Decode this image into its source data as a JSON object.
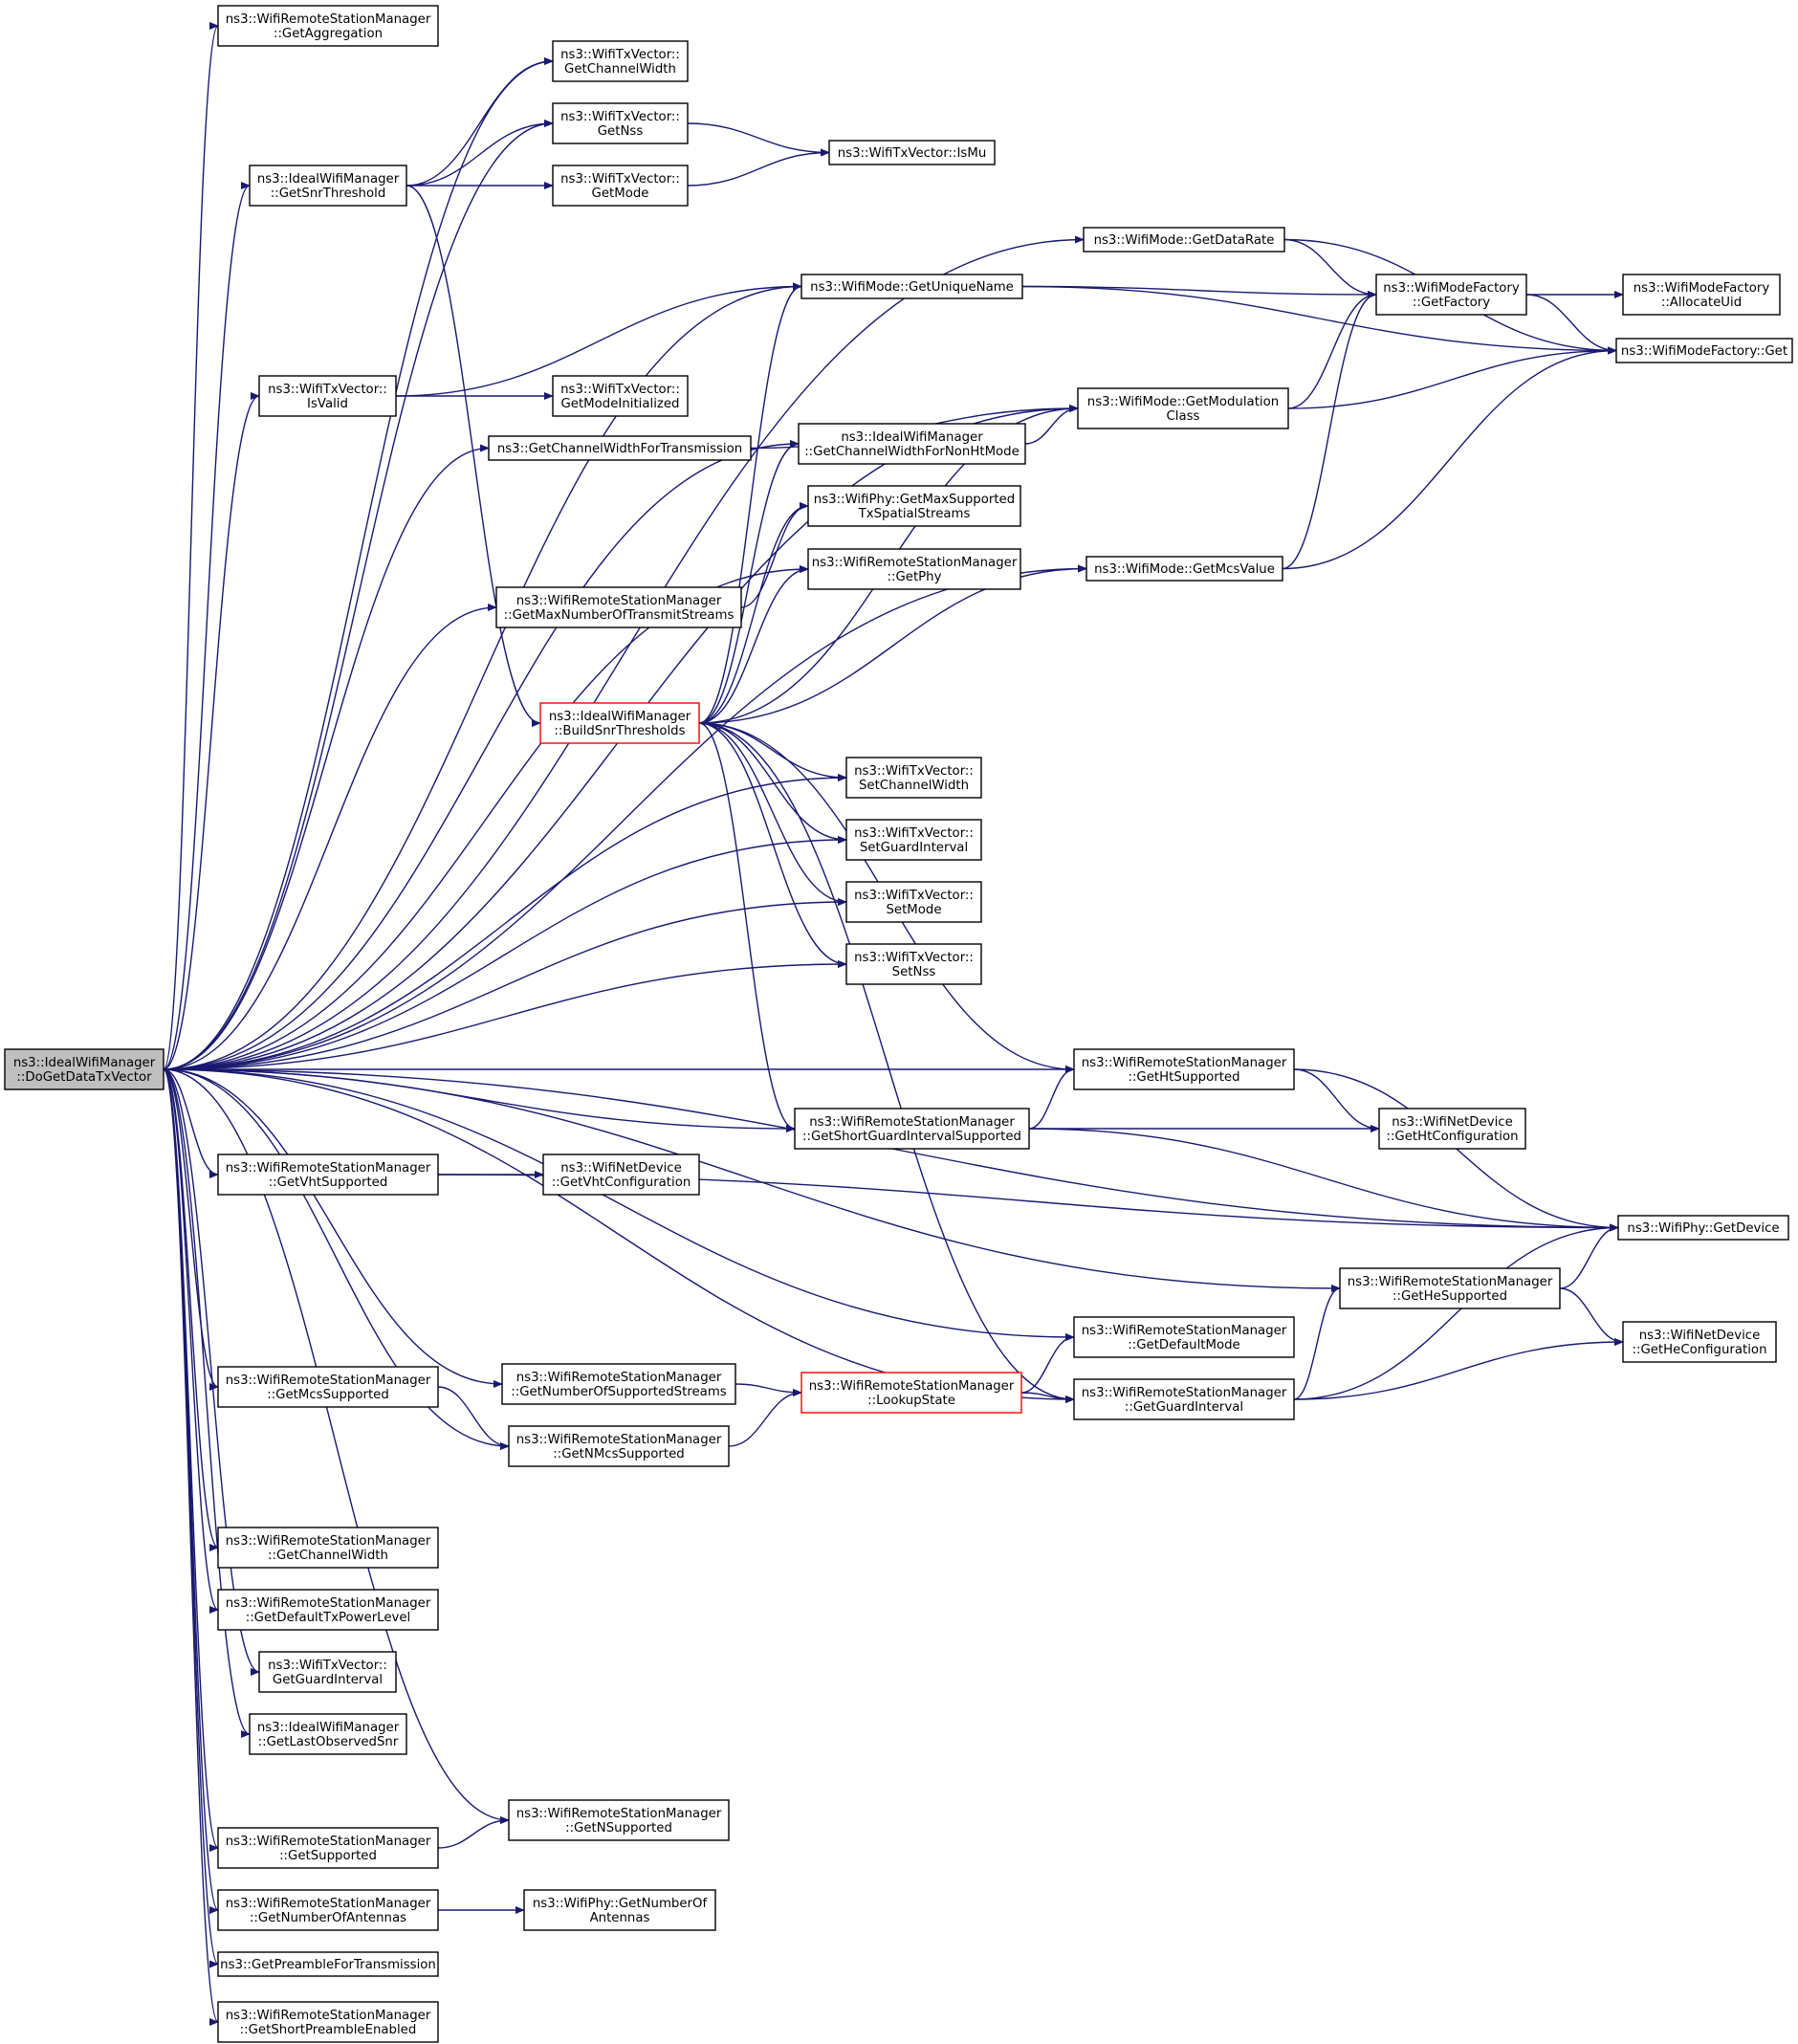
{
  "graph": {
    "colors": {
      "edge": "#191970",
      "node_border": "#000000",
      "highlight_border": "#ff0000",
      "root_fill": "#bfbfbf",
      "background": "#ffffff"
    },
    "nodes": [
      {
        "id": "root",
        "lines": [
          "ns3::IdealWifiManager",
          "::DoGetDataTxVector"
        ],
        "style": "root"
      },
      {
        "id": "getAggregation",
        "lines": [
          "ns3::WifiRemoteStationManager",
          "::GetAggregation"
        ]
      },
      {
        "id": "getChannelWidthTx",
        "lines": [
          "ns3::WifiTxVector::",
          "GetChannelWidth"
        ]
      },
      {
        "id": "getNssTx",
        "lines": [
          "ns3::WifiTxVector::",
          "GetNss"
        ]
      },
      {
        "id": "isMu",
        "lines": [
          "ns3::WifiTxVector::IsMu"
        ]
      },
      {
        "id": "getSnrThreshold",
        "lines": [
          "ns3::IdealWifiManager",
          "::GetSnrThreshold"
        ]
      },
      {
        "id": "getModeTx",
        "lines": [
          "ns3::WifiTxVector::",
          "GetMode"
        ]
      },
      {
        "id": "getDataRate",
        "lines": [
          "ns3::WifiMode::GetDataRate"
        ]
      },
      {
        "id": "getUniqueName",
        "lines": [
          "ns3::WifiMode::GetUniqueName"
        ]
      },
      {
        "id": "getFactory",
        "lines": [
          "ns3::WifiModeFactory",
          "::GetFactory"
        ]
      },
      {
        "id": "allocateUid",
        "lines": [
          "ns3::WifiModeFactory",
          "::AllocateUid"
        ]
      },
      {
        "id": "factoryGet",
        "lines": [
          "ns3::WifiModeFactory::Get"
        ]
      },
      {
        "id": "isValid",
        "lines": [
          "ns3::WifiTxVector::",
          "IsValid"
        ]
      },
      {
        "id": "getModeInitialized",
        "lines": [
          "ns3::WifiTxVector::",
          "GetModeInitialized"
        ]
      },
      {
        "id": "getModulationClass",
        "lines": [
          "ns3::WifiMode::GetModulation",
          "Class"
        ]
      },
      {
        "id": "getCwForTransmission",
        "lines": [
          "ns3::GetChannelWidthForTransmission"
        ]
      },
      {
        "id": "getCwForNonHtMode",
        "lines": [
          "ns3::IdealWifiManager",
          "::GetChannelWidthForNonHtMode"
        ]
      },
      {
        "id": "getMaxSupportedTxSs",
        "lines": [
          "ns3::WifiPhy::GetMaxSupported",
          "TxSpatialStreams"
        ]
      },
      {
        "id": "getPhy",
        "lines": [
          "ns3::WifiRemoteStationManager",
          "::GetPhy"
        ]
      },
      {
        "id": "getMcsValue",
        "lines": [
          "ns3::WifiMode::GetMcsValue"
        ]
      },
      {
        "id": "getMaxNumTxStreams",
        "lines": [
          "ns3::WifiRemoteStationManager",
          "::GetMaxNumberOfTransmitStreams"
        ]
      },
      {
        "id": "buildSnrThresholds",
        "lines": [
          "ns3::IdealWifiManager",
          "::BuildSnrThresholds"
        ],
        "style": "red"
      },
      {
        "id": "setChannelWidth",
        "lines": [
          "ns3::WifiTxVector::",
          "SetChannelWidth"
        ]
      },
      {
        "id": "setGuardInterval",
        "lines": [
          "ns3::WifiTxVector::",
          "SetGuardInterval"
        ]
      },
      {
        "id": "setMode",
        "lines": [
          "ns3::WifiTxVector::",
          "SetMode"
        ]
      },
      {
        "id": "setNss",
        "lines": [
          "ns3::WifiTxVector::",
          "SetNss"
        ]
      },
      {
        "id": "getHtSupported",
        "lines": [
          "ns3::WifiRemoteStationManager",
          "::GetHtSupported"
        ]
      },
      {
        "id": "getShortGiSupported",
        "lines": [
          "ns3::WifiRemoteStationManager",
          "::GetShortGuardIntervalSupported"
        ]
      },
      {
        "id": "getHtConfiguration",
        "lines": [
          "ns3::WifiNetDevice",
          "::GetHtConfiguration"
        ]
      },
      {
        "id": "getVhtSupported",
        "lines": [
          "ns3::WifiRemoteStationManager",
          "::GetVhtSupported"
        ]
      },
      {
        "id": "getVhtConfiguration",
        "lines": [
          "ns3::WifiNetDevice",
          "::GetVhtConfiguration"
        ]
      },
      {
        "id": "getDevice",
        "lines": [
          "ns3::WifiPhy::GetDevice"
        ]
      },
      {
        "id": "getHeSupported",
        "lines": [
          "ns3::WifiRemoteStationManager",
          "::GetHeSupported"
        ]
      },
      {
        "id": "getDefaultMode",
        "lines": [
          "ns3::WifiRemoteStationManager",
          "::GetDefaultMode"
        ]
      },
      {
        "id": "getHeConfiguration",
        "lines": [
          "ns3::WifiNetDevice",
          "::GetHeConfiguration"
        ]
      },
      {
        "id": "getMcsSupported",
        "lines": [
          "ns3::WifiRemoteStationManager",
          "::GetMcsSupported"
        ]
      },
      {
        "id": "getNumSupportedStreams",
        "lines": [
          "ns3::WifiRemoteStationManager",
          "::GetNumberOfSupportedStreams"
        ]
      },
      {
        "id": "lookupState",
        "lines": [
          "ns3::WifiRemoteStationManager",
          "::LookupState"
        ],
        "style": "red"
      },
      {
        "id": "getGuardIntervalRsm",
        "lines": [
          "ns3::WifiRemoteStationManager",
          "::GetGuardInterval"
        ]
      },
      {
        "id": "getNMcsSupported",
        "lines": [
          "ns3::WifiRemoteStationManager",
          "::GetNMcsSupported"
        ]
      },
      {
        "id": "getChannelWidthRsm",
        "lines": [
          "ns3::WifiRemoteStationManager",
          "::GetChannelWidth"
        ]
      },
      {
        "id": "getDefaultTxPowerLevel",
        "lines": [
          "ns3::WifiRemoteStationManager",
          "::GetDefaultTxPowerLevel"
        ]
      },
      {
        "id": "getGuardIntervalTx",
        "lines": [
          "ns3::WifiTxVector::",
          "GetGuardInterval"
        ]
      },
      {
        "id": "getLastObservedSnr",
        "lines": [
          "ns3::IdealWifiManager",
          "::GetLastObservedSnr"
        ]
      },
      {
        "id": "getNSupported",
        "lines": [
          "ns3::WifiRemoteStationManager",
          "::GetNSupported"
        ]
      },
      {
        "id": "getSupported",
        "lines": [
          "ns3::WifiRemoteStationManager",
          "::GetSupported"
        ]
      },
      {
        "id": "getNumAntennasRsm",
        "lines": [
          "ns3::WifiRemoteStationManager",
          "::GetNumberOfAntennas"
        ]
      },
      {
        "id": "getNumAntennasPhy",
        "lines": [
          "ns3::WifiPhy::GetNumberOf",
          "Antennas"
        ]
      },
      {
        "id": "getPreamble",
        "lines": [
          "ns3::GetPreambleForTransmission"
        ]
      },
      {
        "id": "getShortPreambleEnabled",
        "lines": [
          "ns3::WifiRemoteStationManager",
          "::GetShortPreambleEnabled"
        ]
      }
    ],
    "edges": [
      [
        "root",
        "getAggregation"
      ],
      [
        "root",
        "getChannelWidthTx"
      ],
      [
        "root",
        "getNssTx"
      ],
      [
        "root",
        "getSnrThreshold"
      ],
      [
        "root",
        "getDataRate"
      ],
      [
        "root",
        "getUniqueName"
      ],
      [
        "root",
        "isValid"
      ],
      [
        "root",
        "getModulationClass"
      ],
      [
        "root",
        "getCwForTransmission"
      ],
      [
        "root",
        "getCwForNonHtMode"
      ],
      [
        "root",
        "getMaxNumTxStreams"
      ],
      [
        "root",
        "getPhy"
      ],
      [
        "root",
        "setChannelWidth"
      ],
      [
        "root",
        "setGuardInterval"
      ],
      [
        "root",
        "setMode"
      ],
      [
        "root",
        "setNss"
      ],
      [
        "root",
        "getMcsValue"
      ],
      [
        "root",
        "getHtSupported"
      ],
      [
        "root",
        "getShortGiSupported"
      ],
      [
        "root",
        "getVhtSupported"
      ],
      [
        "root",
        "getDevice"
      ],
      [
        "root",
        "getHeSupported"
      ],
      [
        "root",
        "getDefaultMode"
      ],
      [
        "root",
        "getMcsSupported"
      ],
      [
        "root",
        "getNumSupportedStreams"
      ],
      [
        "root",
        "getNMcsSupported"
      ],
      [
        "root",
        "getGuardIntervalRsm"
      ],
      [
        "root",
        "getChannelWidthRsm"
      ],
      [
        "root",
        "getDefaultTxPowerLevel"
      ],
      [
        "root",
        "getGuardIntervalTx"
      ],
      [
        "root",
        "getLastObservedSnr"
      ],
      [
        "root",
        "getNSupported"
      ],
      [
        "root",
        "getSupported"
      ],
      [
        "root",
        "getNumAntennasRsm"
      ],
      [
        "root",
        "getPreamble"
      ],
      [
        "root",
        "getShortPreambleEnabled"
      ],
      [
        "getSnrThreshold",
        "getChannelWidthTx"
      ],
      [
        "getSnrThreshold",
        "getNssTx"
      ],
      [
        "getSnrThreshold",
        "getModeTx"
      ],
      [
        "getSnrThreshold",
        "buildSnrThresholds"
      ],
      [
        "getNssTx",
        "isMu"
      ],
      [
        "getModeTx",
        "isMu"
      ],
      [
        "getDataRate",
        "getFactory"
      ],
      [
        "getDataRate",
        "factoryGet"
      ],
      [
        "getUniqueName",
        "getFactory"
      ],
      [
        "getUniqueName",
        "factoryGet"
      ],
      [
        "getFactory",
        "allocateUid"
      ],
      [
        "getFactory",
        "factoryGet"
      ],
      [
        "isValid",
        "getUniqueName"
      ],
      [
        "isValid",
        "getModeInitialized"
      ],
      [
        "getModulationClass",
        "getFactory"
      ],
      [
        "getModulationClass",
        "factoryGet"
      ],
      [
        "getCwForTransmission",
        "getModulationClass"
      ],
      [
        "getCwForNonHtMode",
        "getModulationClass"
      ],
      [
        "getMcsValue",
        "getFactory"
      ],
      [
        "getMcsValue",
        "factoryGet"
      ],
      [
        "getMaxNumTxStreams",
        "getMaxSupportedTxSs"
      ],
      [
        "buildSnrThresholds",
        "getUniqueName"
      ],
      [
        "buildSnrThresholds",
        "getModulationClass"
      ],
      [
        "buildSnrThresholds",
        "getCwForNonHtMode"
      ],
      [
        "buildSnrThresholds",
        "getMaxSupportedTxSs"
      ],
      [
        "buildSnrThresholds",
        "getPhy"
      ],
      [
        "buildSnrThresholds",
        "getMcsValue"
      ],
      [
        "buildSnrThresholds",
        "setChannelWidth"
      ],
      [
        "buildSnrThresholds",
        "setGuardInterval"
      ],
      [
        "buildSnrThresholds",
        "setMode"
      ],
      [
        "buildSnrThresholds",
        "setNss"
      ],
      [
        "buildSnrThresholds",
        "getHtSupported"
      ],
      [
        "buildSnrThresholds",
        "getShortGiSupported"
      ],
      [
        "buildSnrThresholds",
        "getGuardIntervalRsm"
      ],
      [
        "getHtSupported",
        "getHtConfiguration"
      ],
      [
        "getHtSupported",
        "getDevice"
      ],
      [
        "getShortGiSupported",
        "getHtSupported"
      ],
      [
        "getShortGiSupported",
        "getHtConfiguration"
      ],
      [
        "getShortGiSupported",
        "getDevice"
      ],
      [
        "getVhtSupported",
        "getVhtConfiguration"
      ],
      [
        "getVhtSupported",
        "getDevice"
      ],
      [
        "getHeSupported",
        "getDevice"
      ],
      [
        "getHeSupported",
        "getHeConfiguration"
      ],
      [
        "getMcsSupported",
        "getNMcsSupported"
      ],
      [
        "getNumSupportedStreams",
        "lookupState"
      ],
      [
        "getNMcsSupported",
        "lookupState"
      ],
      [
        "lookupState",
        "getDefaultMode"
      ],
      [
        "lookupState",
        "getGuardIntervalRsm"
      ],
      [
        "getGuardIntervalRsm",
        "getHeSupported"
      ],
      [
        "getGuardIntervalRsm",
        "getDevice"
      ],
      [
        "getGuardIntervalRsm",
        "getHeConfiguration"
      ],
      [
        "getSupported",
        "getNSupported"
      ],
      [
        "getNumAntennasRsm",
        "getNumAntennasPhy"
      ]
    ]
  }
}
